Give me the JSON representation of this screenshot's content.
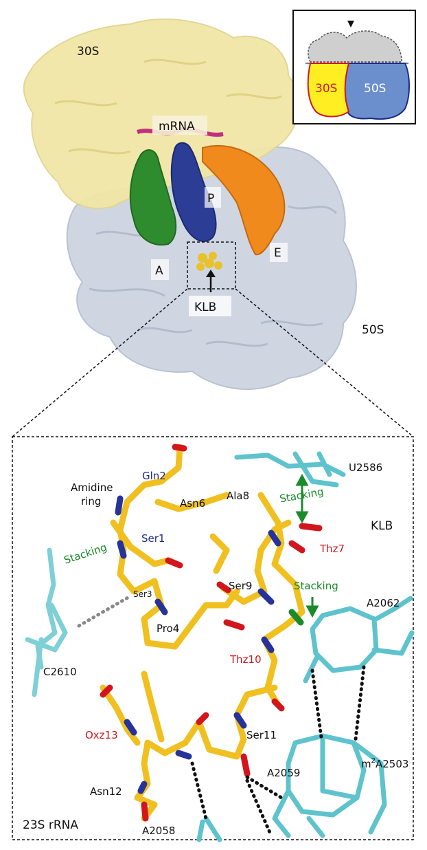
{
  "top": {
    "label_30s": "30S",
    "label_50s": "50S",
    "label_mrna": "mRNA",
    "label_a": "A",
    "label_p": "P",
    "label_e": "E",
    "label_klb": "KLB"
  },
  "inset": {
    "label_30s": "30S",
    "label_50s": "50S"
  },
  "bottom": {
    "klb": "KLB",
    "rrna": "23S rRNA",
    "residues": {
      "gln2": "Gln2",
      "amidine": "Amidine",
      "amidine2": "ring",
      "asn6": "Asn6",
      "ala8": "Ala8",
      "ser1": "Ser1",
      "thz7": "Thz7",
      "ser9": "Ser9",
      "ser3": "Ser3",
      "pro4": "Pro4",
      "thz10": "Thz10",
      "oxz13": "Oxz13",
      "ser11": "Ser11",
      "asn12": "Asn12"
    },
    "bases": {
      "u2586": "U2586",
      "c2610": "C2610",
      "a2062": "A2062",
      "a2059": "A2059",
      "a2503_pre": "m",
      "a2503_sup": "2",
      "a2503_post": "A2503",
      "a2058": "A2058"
    },
    "stacking": [
      "Stacking",
      "Stacking",
      "Stacking"
    ]
  }
}
